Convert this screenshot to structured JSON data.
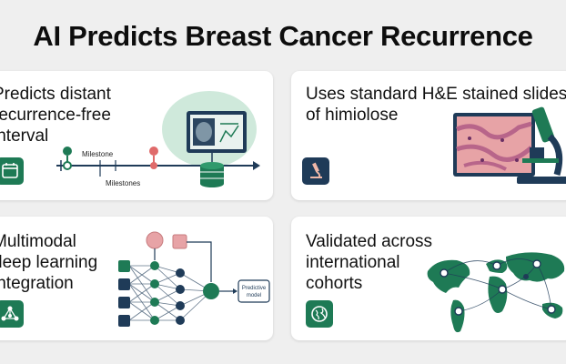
{
  "page": {
    "title": "AI Predicts Breast Cancer Recurrence"
  },
  "cards": [
    {
      "lines": [
        "Predicts distant",
        "recurrence-free",
        "interval"
      ],
      "icon": "calendar-icon",
      "timeline": {
        "milestone_top": "Milestone",
        "milestone_bottom": "Milestones"
      }
    },
    {
      "lines": [
        "Uses standard H&E stained slides",
        "of himiolose"
      ],
      "icon": "microscope-icon"
    },
    {
      "lines": [
        "Multimodal",
        "deep learning",
        "integration"
      ],
      "icon": "network-icon",
      "diagram": {
        "output_line1": "Predictive",
        "output_line2": "model"
      }
    },
    {
      "lines": [
        "Validated across",
        "international",
        "cohorts"
      ],
      "icon": "globe-icon"
    }
  ],
  "colors": {
    "accent": "#1e7a55",
    "marker_red": "#e06a6a",
    "navy": "#1f3b58",
    "pink": "#e7a3a6",
    "background": "#efefef"
  }
}
